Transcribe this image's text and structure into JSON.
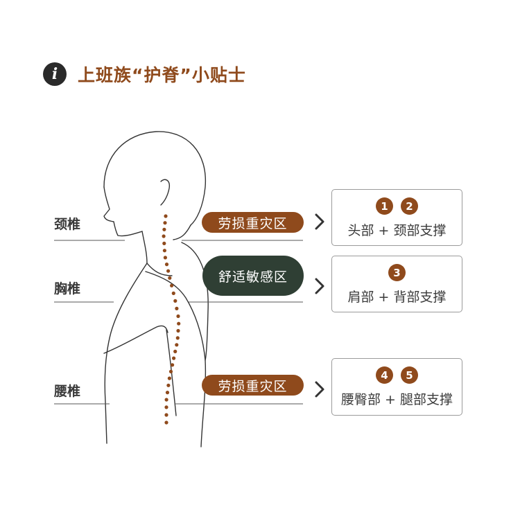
{
  "header": {
    "icon_char": "i",
    "title": "上班族“护脊”小贴士"
  },
  "regions": [
    {
      "label": "颈椎"
    },
    {
      "label": "胸椎"
    },
    {
      "label": "腰椎"
    }
  ],
  "tags": {
    "cervical": "劳损重灾区",
    "thoracic": "舒适敏感区",
    "lumbar": "劳损重灾区"
  },
  "supports": [
    {
      "numbers": [
        "1",
        "2"
      ],
      "text": "头部 + 颈部支撑"
    },
    {
      "numbers": [
        "3"
      ],
      "text": "肩部 + 背部支撑"
    },
    {
      "numbers": [
        "4",
        "5"
      ],
      "text": "腰臀部 + 腿部支撑"
    }
  ],
  "colors": {
    "accent": "#8f4a1c",
    "dark_pill": "#2f3f34",
    "line": "#333333"
  }
}
